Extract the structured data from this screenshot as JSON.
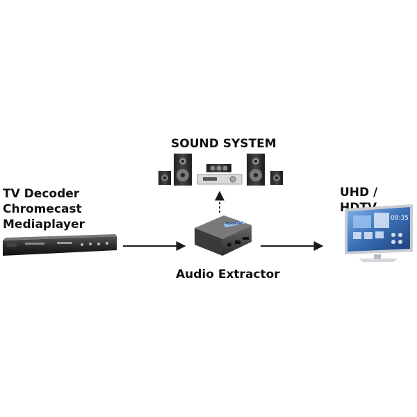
{
  "source_device": {
    "lines": [
      "TV Decoder",
      "Chromecast",
      "Mediaplayer"
    ]
  },
  "sound_system": {
    "label": "SOUND SYSTEM"
  },
  "extractor": {
    "label": "Audio Extractor",
    "brand": "MARMITEK"
  },
  "display": {
    "label": "UHD / HDTV",
    "clock": "08:35"
  },
  "colors": {
    "arrow": "#1a1a1a",
    "tv_screen": "#3a6fb5",
    "device_body": "#2b2b2b"
  }
}
